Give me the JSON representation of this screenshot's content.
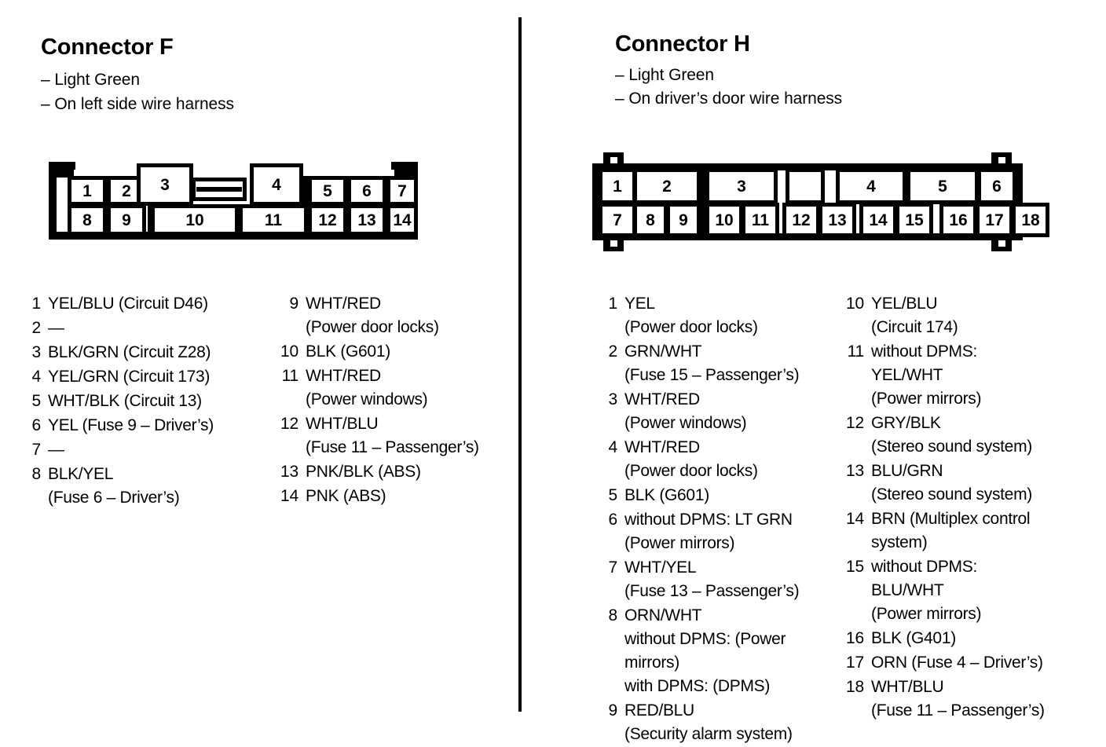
{
  "connector_f": {
    "title": "Connector F",
    "subtitles": [
      "– Light Green",
      "– On left side wire harness"
    ],
    "diagram": {
      "top_row": [
        "1",
        "2",
        "3",
        "4",
        "5",
        "6",
        "7"
      ],
      "bottom_row": [
        "8",
        "9",
        "10",
        "11",
        "12",
        "13",
        "14"
      ]
    },
    "pins_left": [
      {
        "num": "1",
        "lines": [
          "YEL/BLU (Circuit D46)"
        ]
      },
      {
        "num": "2",
        "lines": [
          "—"
        ]
      },
      {
        "num": "3",
        "lines": [
          "BLK/GRN (Circuit Z28)"
        ]
      },
      {
        "num": "4",
        "lines": [
          "YEL/GRN (Circuit 173)"
        ]
      },
      {
        "num": "5",
        "lines": [
          "WHT/BLK (Circuit 13)"
        ]
      },
      {
        "num": "6",
        "lines": [
          "YEL (Fuse 9 – Driver’s)"
        ]
      },
      {
        "num": "7",
        "lines": [
          "—"
        ]
      },
      {
        "num": "8",
        "lines": [
          "BLK/YEL",
          "(Fuse 6 – Driver’s)"
        ]
      }
    ],
    "pins_right": [
      {
        "num": "9",
        "lines": [
          "WHT/RED",
          "(Power door locks)"
        ]
      },
      {
        "num": "10",
        "lines": [
          "BLK (G601)"
        ]
      },
      {
        "num": "11",
        "lines": [
          "WHT/RED",
          "(Power windows)"
        ]
      },
      {
        "num": "12",
        "lines": [
          "WHT/BLU",
          "(Fuse 11 – Passenger’s)"
        ]
      },
      {
        "num": "13",
        "lines": [
          "PNK/BLK (ABS)"
        ]
      },
      {
        "num": "14",
        "lines": [
          "PNK (ABS)"
        ]
      }
    ]
  },
  "connector_h": {
    "title": "Connector H",
    "subtitles": [
      "– Light Green",
      "– On driver’s door wire harness"
    ],
    "diagram": {
      "top_row": [
        "1",
        "2",
        "3",
        "",
        "4",
        "5",
        "6"
      ],
      "bottom_row": [
        "7",
        "8",
        "9",
        "10",
        "11",
        "12",
        "13",
        "14",
        "15",
        "16",
        "17",
        "18"
      ]
    },
    "pins_left": [
      {
        "num": "1",
        "lines": [
          "YEL",
          "(Power door locks)"
        ]
      },
      {
        "num": "2",
        "lines": [
          "GRN/WHT",
          "(Fuse 15 – Passenger’s)"
        ]
      },
      {
        "num": "3",
        "lines": [
          "WHT/RED",
          "(Power windows)"
        ]
      },
      {
        "num": "4",
        "lines": [
          "WHT/RED",
          "(Power door locks)"
        ]
      },
      {
        "num": "5",
        "lines": [
          "BLK (G601)"
        ]
      },
      {
        "num": "6",
        "lines": [
          "without DPMS: LT GRN",
          "(Power mirrors)"
        ]
      },
      {
        "num": "7",
        "lines": [
          "WHT/YEL",
          "(Fuse 13 – Passenger’s)"
        ]
      },
      {
        "num": "8",
        "lines": [
          "ORN/WHT",
          "without DPMS: (Power",
          "mirrors)",
          "with DPMS: (DPMS)"
        ]
      },
      {
        "num": "9",
        "lines": [
          "RED/BLU",
          "(Security alarm system)"
        ]
      }
    ],
    "pins_right": [
      {
        "num": "10",
        "lines": [
          "YEL/BLU",
          "(Circuit 174)"
        ]
      },
      {
        "num": "11",
        "lines": [
          "without DPMS:",
          "YEL/WHT",
          "(Power mirrors)"
        ]
      },
      {
        "num": "12",
        "lines": [
          "GRY/BLK",
          "(Stereo sound system)"
        ]
      },
      {
        "num": "13",
        "lines": [
          "BLU/GRN",
          "(Stereo sound system)"
        ]
      },
      {
        "num": "14",
        "lines": [
          "BRN (Multiplex control",
          "system)"
        ]
      },
      {
        "num": "15",
        "lines": [
          "without DPMS:",
          "BLU/WHT",
          "(Power mirrors)"
        ]
      },
      {
        "num": "16",
        "lines": [
          "BLK (G401)"
        ]
      },
      {
        "num": "17",
        "lines": [
          "ORN (Fuse 4 – Driver’s)"
        ]
      },
      {
        "num": "18",
        "lines": [
          "WHT/BLU",
          "(Fuse 11 – Passenger’s)"
        ]
      }
    ]
  },
  "colors": {
    "ink": "#000000",
    "paper": "#ffffff"
  }
}
